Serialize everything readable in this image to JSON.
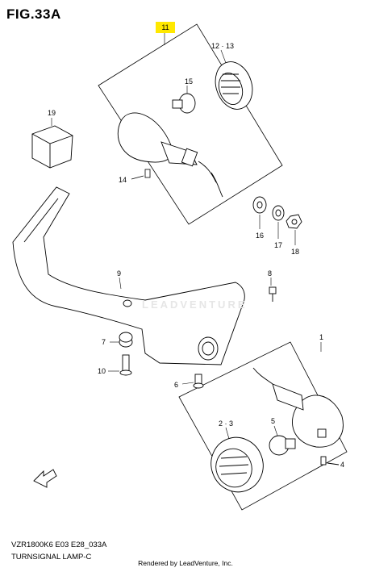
{
  "title": "FIG.33A",
  "callouts": {
    "c1": "1",
    "c2_3": "2 · 3",
    "c4": "4",
    "c5": "5",
    "c6": "6",
    "c7": "7",
    "c8": "8",
    "c9": "9",
    "c10": "10",
    "c11": "11",
    "c12_13": "12 · 13",
    "c14": "14",
    "c15": "15",
    "c16": "16",
    "c17": "17",
    "c18": "18",
    "c19": "19"
  },
  "watermark": "LEADVENTURE",
  "footer": {
    "model_code": "VZR1800K6 E03 E28_033A",
    "section_name": "TURNSIGNAL LAMP-C",
    "rendered_by": "Rendered by LeadVenture, Inc."
  },
  "colors": {
    "highlight": "#ffe800",
    "line": "#000000"
  }
}
